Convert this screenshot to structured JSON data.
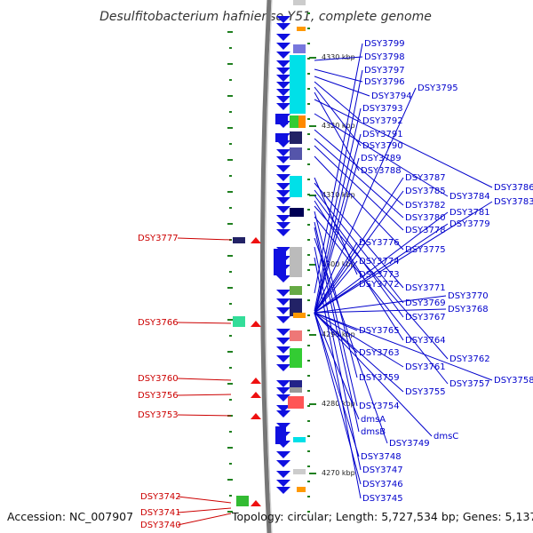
{
  "title": "Desulfitobacterium hafniense Y51, complete genome",
  "accession_text": "Accession: NC_007907",
  "topology_text": "Topology: circular; Length: 5,727,534 bp; Genes: 5,137",
  "colors": {
    "forward_label": "#0000cc",
    "reverse_label": "#cc0000",
    "forward_gene": "#1010e0",
    "reverse_gene": "#ee1010",
    "backbone": "#888888",
    "tick": "#208020"
  },
  "scale_ticks": [
    "4330 kbp",
    "4320 kbp",
    "4310 kbp",
    "4300 kbp",
    "4290 kbp",
    "4280 kbp",
    "4270 kbp"
  ],
  "forward_labels": [
    "DSY3799",
    "DSY3798",
    "DSY3797",
    "DSY3796",
    "DSY3795",
    "DSY3794",
    "DSY3793",
    "DSY3792",
    "DSY3791",
    "DSY3790",
    "DSY3789",
    "DSY3788",
    "DSY3787",
    "DSY3786",
    "DSY3785",
    "DSY3784",
    "DSY3783",
    "DSY3782",
    "DSY3781",
    "DSY3780",
    "DSY3779",
    "DSY3778",
    "DSY3776",
    "DSY3775",
    "DSY3774",
    "DSY3773",
    "DSY3772",
    "DSY3771",
    "DSY3770",
    "DSY3769",
    "DSY3768",
    "DSY3767",
    "DSY3765",
    "DSY3764",
    "DSY3763",
    "DSY3762",
    "DSY3761",
    "DSY3759",
    "DSY3758",
    "DSY3757",
    "DSY3755",
    "DSY3754",
    "dmsA",
    "dmsB",
    "dmsC",
    "DSY3749",
    "DSY3748",
    "DSY3747",
    "DSY3746",
    "DSY3745"
  ],
  "reverse_labels": [
    "DSY3777",
    "DSY3766",
    "DSY3760",
    "DSY3756",
    "DSY3753",
    "DSY3742",
    "DSY3741",
    "DSY3740"
  ]
}
